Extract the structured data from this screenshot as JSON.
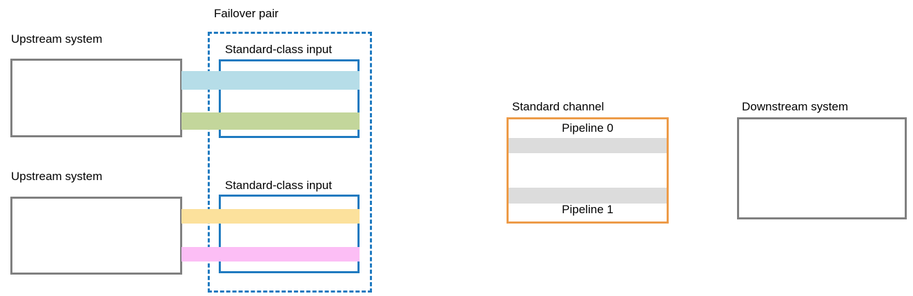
{
  "diagram": {
    "title_failover_pair": "Failover pair",
    "upstream_systems": [
      {
        "label": "Upstream system"
      },
      {
        "label": "Upstream system"
      }
    ],
    "inputs": [
      {
        "label": "Standard-class input"
      },
      {
        "label": "Standard-class input"
      }
    ],
    "standard_channel": {
      "label": "Standard channel",
      "pipelines": [
        {
          "label": "Pipeline 0"
        },
        {
          "label": "Pipeline 1"
        }
      ]
    },
    "downstream_system": {
      "label": "Downstream system"
    },
    "flows": [
      {
        "name": "flow-blue",
        "color": "#b6dde8"
      },
      {
        "name": "flow-green",
        "color": "#c3d69b"
      },
      {
        "name": "flow-yellow",
        "color": "#fce19c"
      },
      {
        "name": "flow-pink",
        "color": "#fcbef5"
      }
    ],
    "colors": {
      "box_border_gray": "#808080",
      "box_border_blue": "#1f7ac0",
      "box_border_orange": "#ed9b48",
      "dashed_border_blue": "#1f7ac0",
      "pipeline_bar_gray": "#dcdcdc",
      "text": "#000000",
      "background": "#ffffff"
    }
  }
}
